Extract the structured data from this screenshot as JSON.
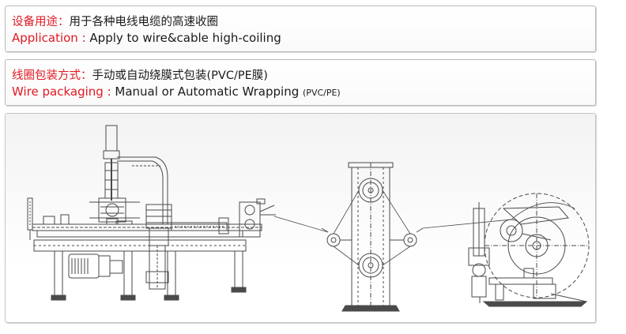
{
  "application": {
    "cn_label": "设备用途：",
    "cn_text": "用于各种电线电缆的高速收圈",
    "en_label": "Application",
    "en_sep": " : ",
    "en_text": "Apply to  wire&cable high-coiling"
  },
  "wire_packaging": {
    "cn_label": "线圈包装方式：",
    "cn_text": "手动或自动绕膜式包装(PVC/PE膜)",
    "en_label": "Wire packaging",
    "en_sep": " : ",
    "en_text": "Manual or Automatic Wrapping",
    "en_note": "(PVC/PE)"
  },
  "colors": {
    "label_red": "#e01a22",
    "text_black": "#1a1a1a",
    "drawing_line": "#4a4a4a"
  }
}
